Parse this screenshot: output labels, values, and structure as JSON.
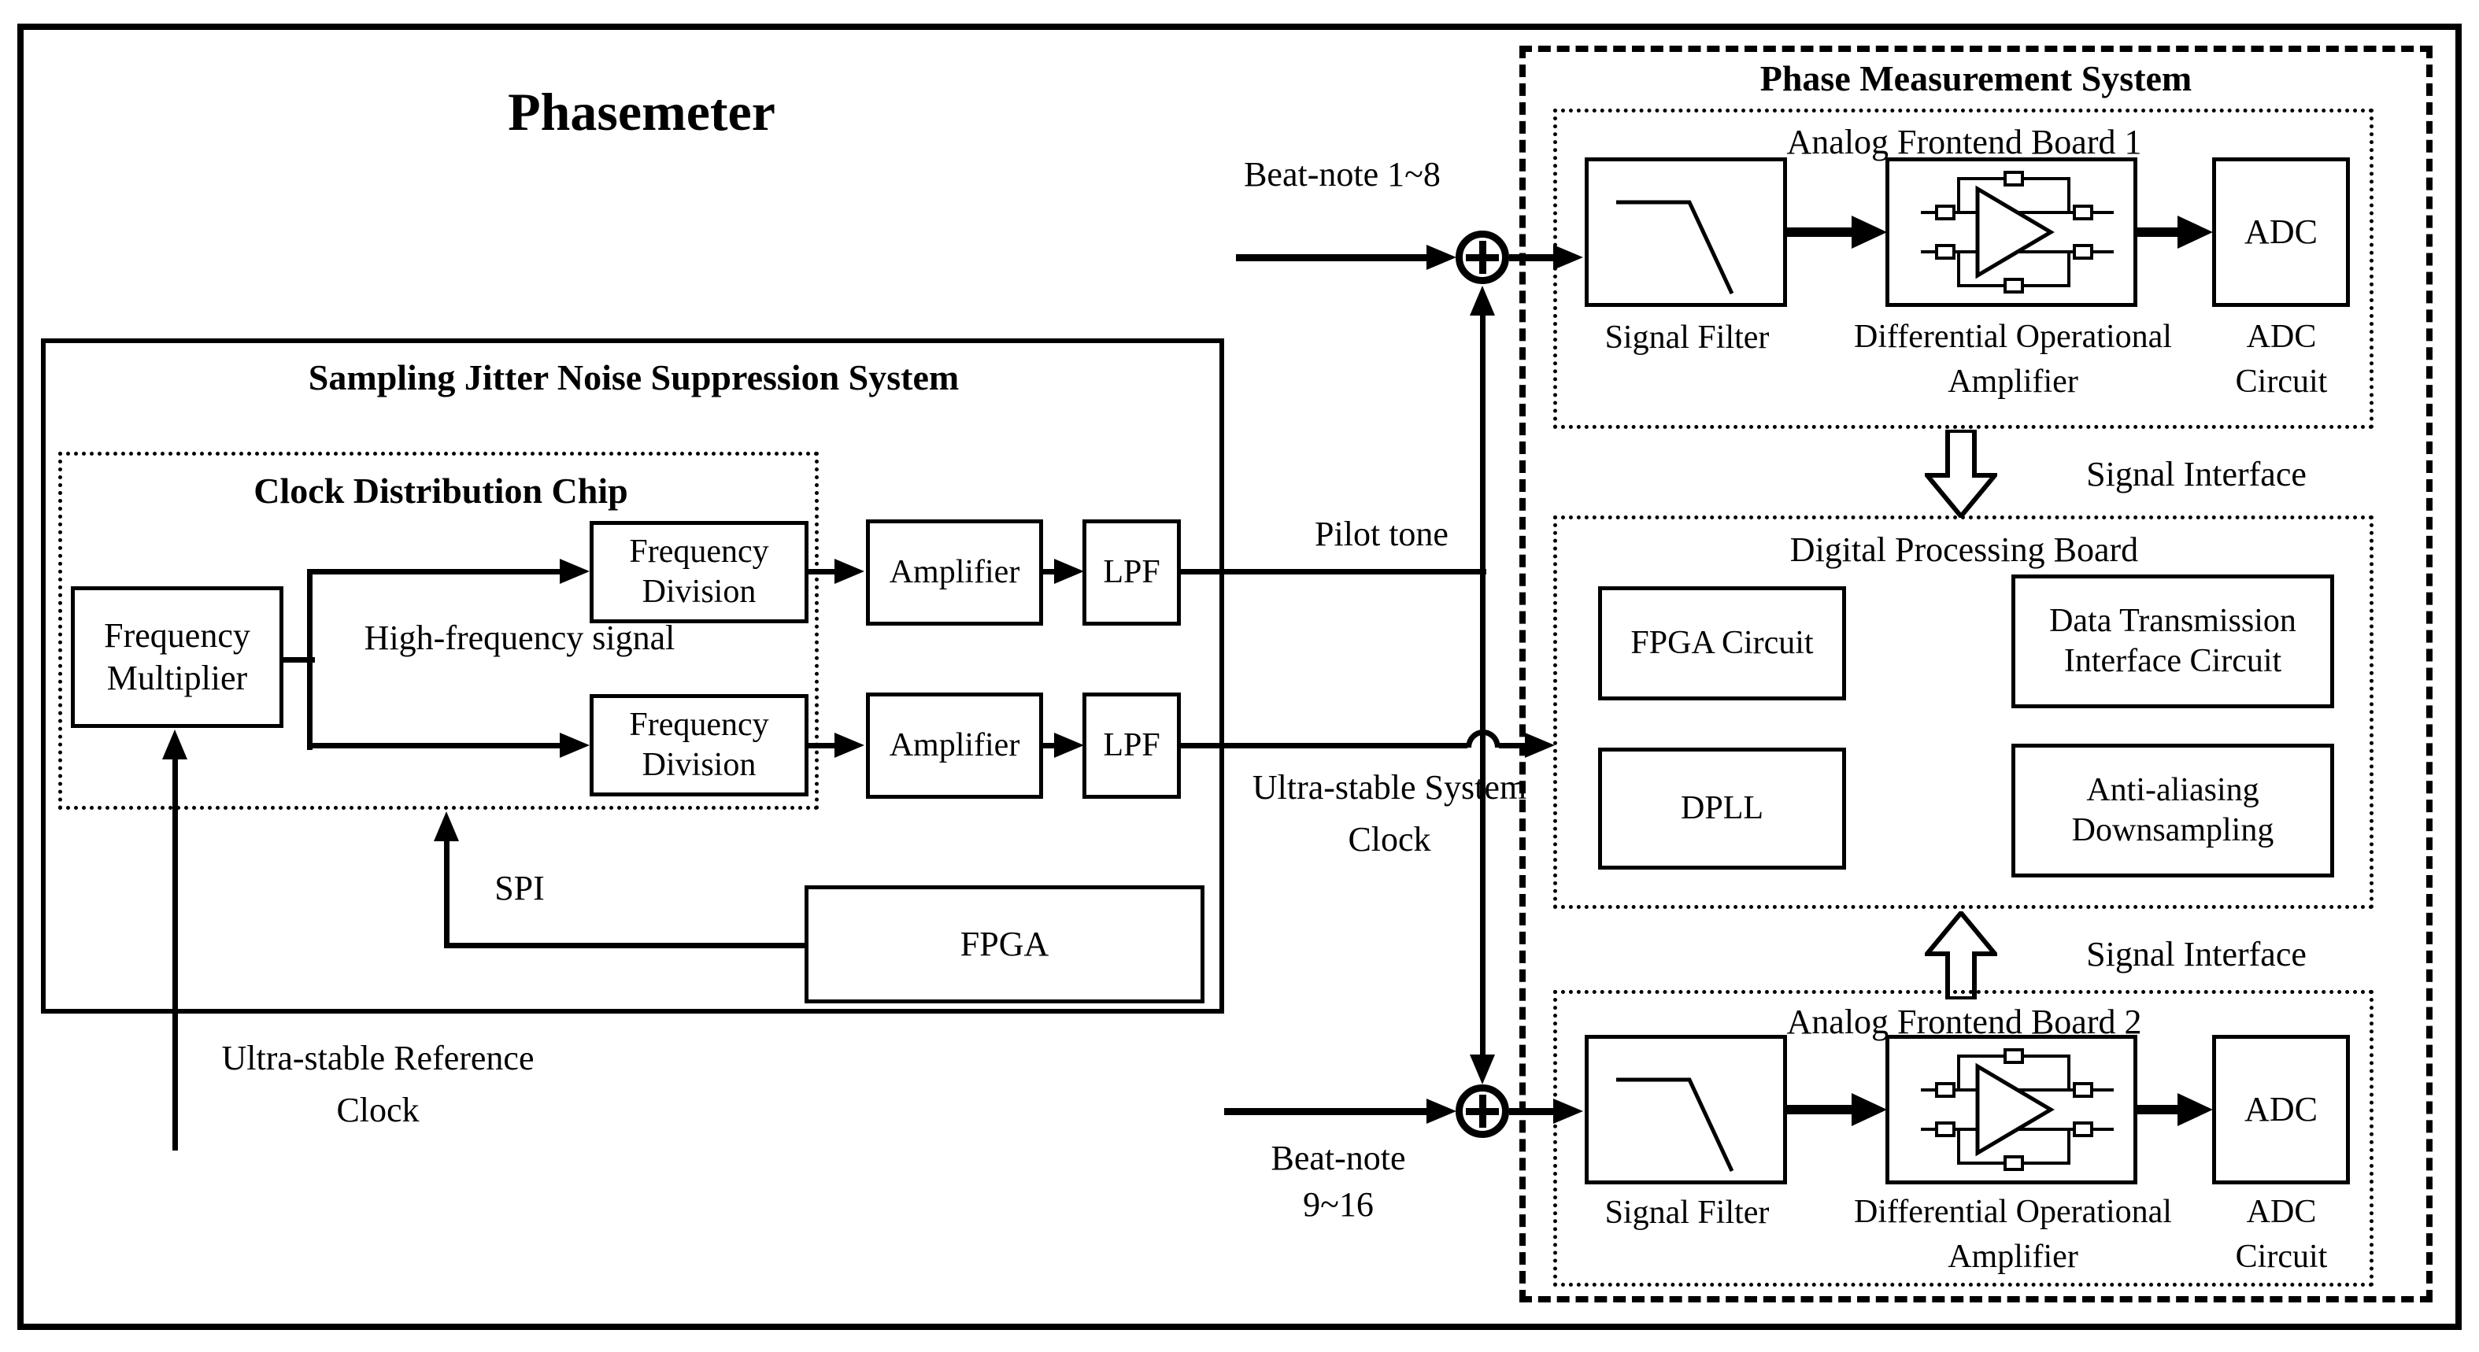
{
  "diagram_title": "Phasemeter",
  "sampling_system": {
    "title": "Sampling Jitter Noise Suppression System",
    "clock_distribution_chip": {
      "title": "Clock Distribution Chip",
      "frequency_multiplier": "Frequency Multiplier",
      "frequency_division_1": "Frequency Division",
      "frequency_division_2": "Frequency Division",
      "high_frequency_signal": "High-frequency signal"
    },
    "amplifier_1": "Amplifier",
    "lpf_1": "LPF",
    "amplifier_2": "Amplifier",
    "lpf_2": "LPF",
    "fpga": "FPGA",
    "spi_label": "SPI"
  },
  "signals": {
    "beat_note_1_8": "Beat-note 1~8",
    "beat_note_9_16": "Beat-note 9~16",
    "pilot_tone": "Pilot tone",
    "ultra_stable_system_clock": "Ultra-stable System Clock",
    "ultra_stable_reference_clock": "Ultra-stable Reference Clock",
    "signal_interface_top": "Signal Interface",
    "signal_interface_bottom": "Signal Interface"
  },
  "phase_measurement_system": {
    "title": "Phase Measurement System",
    "analog_frontend_board_1": {
      "title": "Analog Frontend Board 1",
      "signal_filter_label": "Signal Filter",
      "diff_op_amp_label": "Differential Operational Amplifier",
      "adc_box": "ADC",
      "adc_circuit_label": "ADC Circuit"
    },
    "digital_processing_board": {
      "title": "Digital Processing Board",
      "fpga_circuit": "FPGA Circuit",
      "data_transmission_interface_circuit": "Data Transmission Interface Circuit",
      "dpll": "DPLL",
      "anti_aliasing_downsampling": "Anti-aliasing Downsampling"
    },
    "analog_frontend_board_2": {
      "title": "Analog Frontend Board 2",
      "signal_filter_label": "Signal Filter",
      "diff_op_amp_label": "Differential Operational Amplifier",
      "adc_box": "ADC",
      "adc_circuit_label": "ADC Circuit"
    }
  },
  "colors": {
    "stroke": "#000000",
    "background": "#ffffff"
  }
}
